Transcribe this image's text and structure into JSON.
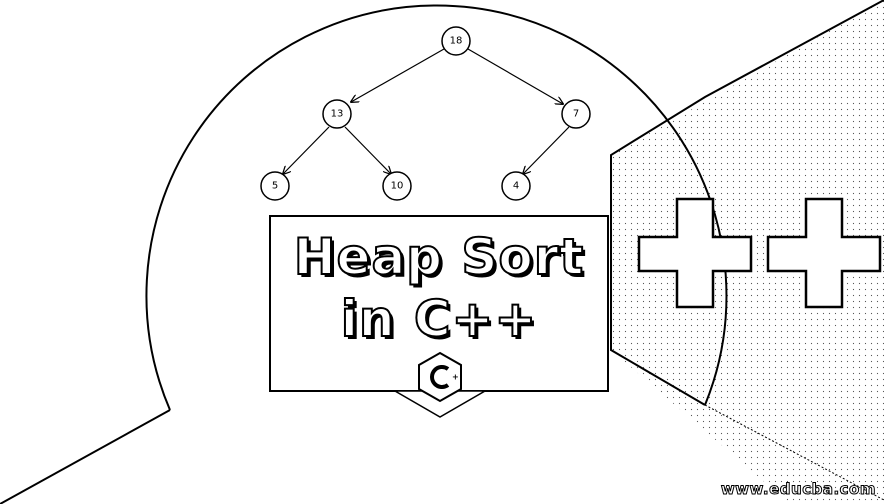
{
  "heap_tree": {
    "nodes": [
      {
        "id": "root",
        "label": "18"
      },
      {
        "id": "left",
        "label": "13"
      },
      {
        "id": "right",
        "label": "7"
      },
      {
        "id": "left-left",
        "label": "5"
      },
      {
        "id": "left-right",
        "label": "10"
      },
      {
        "id": "right-left",
        "label": "4"
      }
    ],
    "edges": [
      {
        "from": "root",
        "to": "left"
      },
      {
        "from": "root",
        "to": "right"
      },
      {
        "from": "left",
        "to": "left-left"
      },
      {
        "from": "left",
        "to": "left-right"
      },
      {
        "from": "right",
        "to": "right-left"
      }
    ]
  },
  "title": {
    "line1": "Heap Sort",
    "line2": "in C++"
  },
  "decor": {
    "logo_icon": "cpp-logo-icon",
    "plus_icon": "plus-icon",
    "plus_count": 2
  },
  "watermark": "www.educba.com"
}
